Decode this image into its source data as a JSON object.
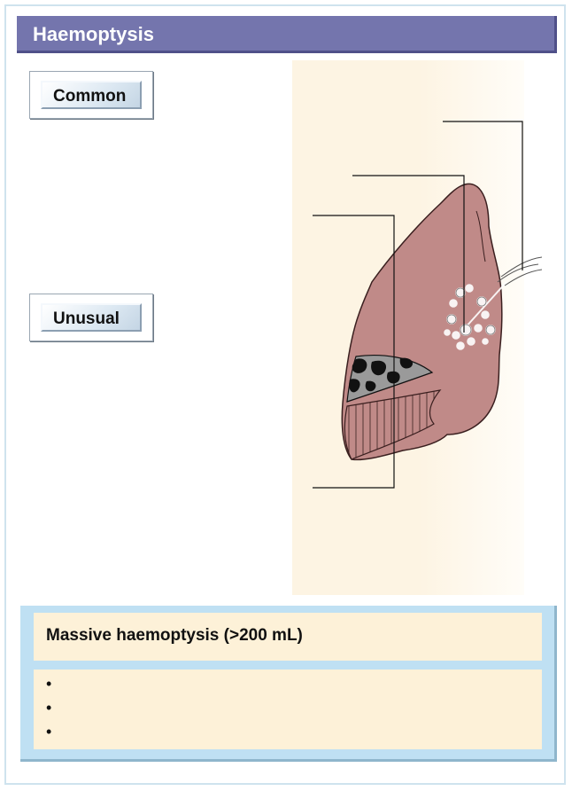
{
  "title": "Haemoptysis",
  "categories": {
    "common": "Common",
    "unusual": "Unusual"
  },
  "panel": {
    "heading": "Massive haemoptysis (>200 mL)",
    "bullets": [
      "•",
      "•",
      "•"
    ]
  },
  "colors": {
    "title_bar": "#7475ad",
    "lung": "#c08a88",
    "panel_bg": "#bfe0f3",
    "panel_content": "#fdf1d8"
  }
}
